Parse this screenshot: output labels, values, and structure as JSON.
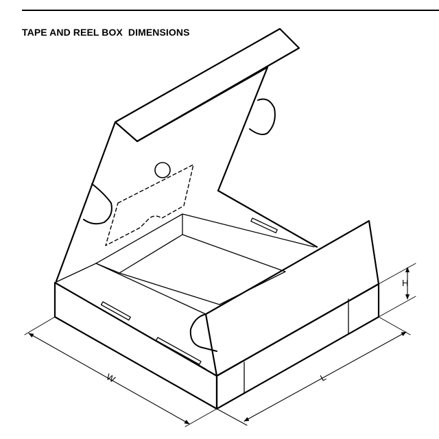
{
  "heading": "TAPE AND REEL BOX  DIMENSIONS",
  "labels": {
    "width": "W",
    "length": "L",
    "height": "H"
  },
  "colors": {
    "line": "#000000",
    "background": "#ffffff"
  }
}
